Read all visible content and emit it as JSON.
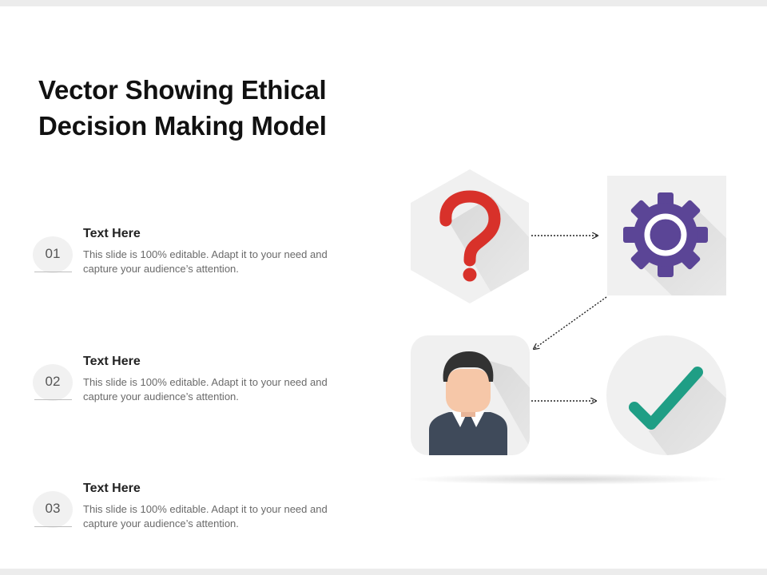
{
  "slide": {
    "title": "Vector Showing Ethical\nDecision Making Model"
  },
  "steps": [
    {
      "number": "01",
      "heading": "Text Here",
      "body": "This slide is 100% editable. Adapt it to your need and capture your audience’s attention."
    },
    {
      "number": "02",
      "heading": "Text Here",
      "body": "This slide is 100% editable. Adapt it to your need and capture your audience’s attention."
    },
    {
      "number": "03",
      "heading": "Text Here",
      "body": "This slide is 100% editable. Adapt it to your need and capture your audience’s attention."
    }
  ],
  "diagram": {
    "nodes": [
      {
        "icon": "question-mark-icon",
        "shape": "hexagon"
      },
      {
        "icon": "gear-icon",
        "shape": "square"
      },
      {
        "icon": "person-icon",
        "shape": "rounded-square"
      },
      {
        "icon": "checkmark-icon",
        "shape": "circle"
      }
    ],
    "flow": [
      "question to gear",
      "gear to person",
      "person to checkmark"
    ]
  },
  "colors": {
    "question_mark": "#d8312a",
    "gear": "#5b4596",
    "checkmark": "#1f9e85",
    "shirt": "#3f4a5a",
    "hair": "#323232",
    "skin": "#f6c7a8",
    "tile": "#f0f0f0"
  }
}
